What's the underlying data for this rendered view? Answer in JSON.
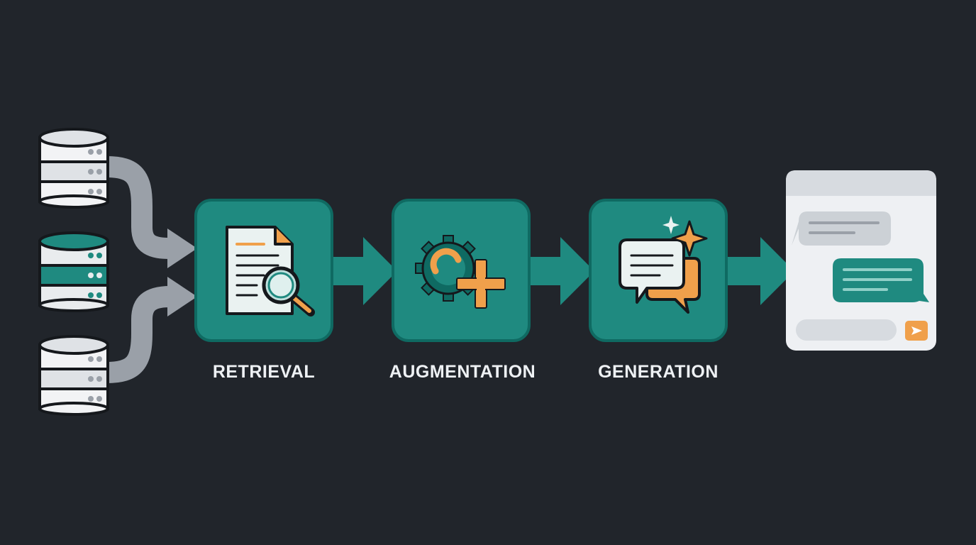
{
  "stages": [
    {
      "id": "retrieval",
      "label": "RETRIEVAL",
      "icon": "document-search-icon"
    },
    {
      "id": "augmentation",
      "label": "AUGMENTATION",
      "icon": "gear-plus-icon"
    },
    {
      "id": "generation",
      "label": "GENERATION",
      "icon": "chat-sparkle-icon"
    }
  ],
  "sources": {
    "count": 3,
    "icon": "database-icon"
  },
  "output": {
    "icon": "chat-window-icon",
    "send_icon": "send-icon"
  },
  "colors": {
    "background": "#21252b",
    "teal": "#1f8a80",
    "teal_dark": "#0f6a62",
    "orange": "#f0a04b",
    "gray_arrow": "#9aa0a8",
    "label": "#eef1f4",
    "panel": "#eef0f3"
  }
}
